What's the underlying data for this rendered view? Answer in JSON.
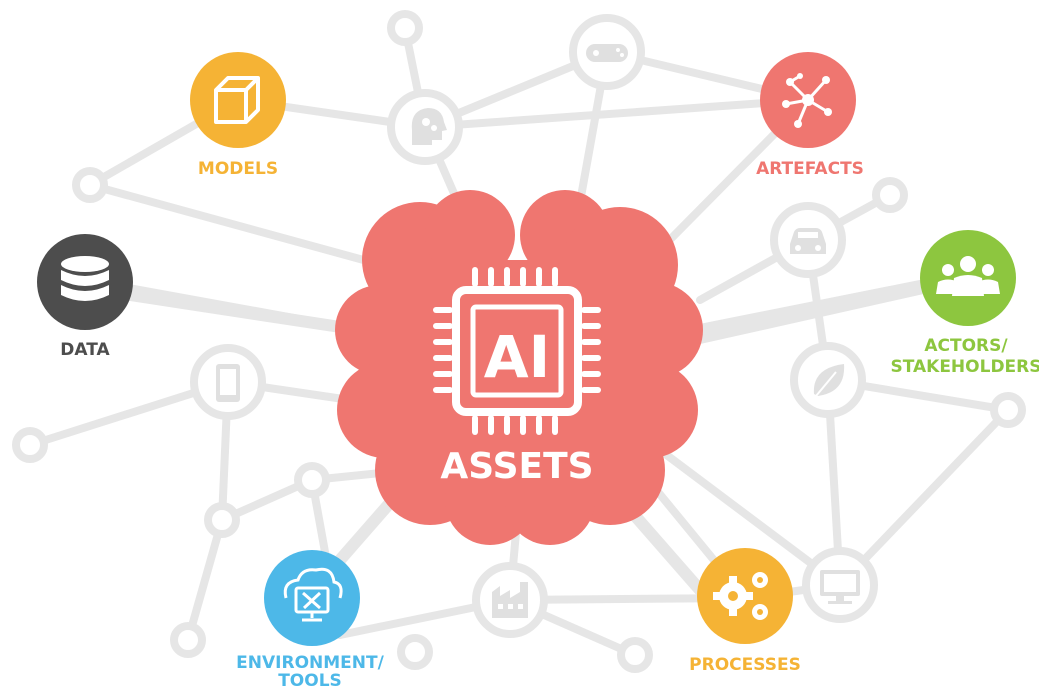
{
  "center": {
    "chip_text": "AI",
    "title": "ASSETS",
    "color": "#ef7670"
  },
  "categories": {
    "models": {
      "label": "MODELS",
      "color": "#f5b335",
      "icon": "cube-icon"
    },
    "artefacts": {
      "label": "ARTEFACTS",
      "color": "#ef7670",
      "icon": "network-icon"
    },
    "data": {
      "label": "DATA",
      "color": "#4d4d4d",
      "icon": "database-icon"
    },
    "actors": {
      "label_line1": "ACTORS/",
      "label_line2": "STAKEHOLDERS",
      "color": "#8dc63f",
      "icon": "people-icon"
    },
    "environment": {
      "label_line1": "ENVIRONMENT/",
      "label_line2": "TOOLS",
      "color": "#4db8e8",
      "icon": "cloud-tools-icon"
    },
    "processes": {
      "label": "PROCESSES",
      "color": "#f5b335",
      "icon": "gears-icon"
    }
  },
  "background_nodes": {
    "color": "#e5e5e5",
    "icons": [
      "gamepad-icon",
      "head-gears-icon",
      "car-icon",
      "leaf-icon",
      "tablet-icon",
      "factory-icon",
      "monitor-icon"
    ]
  }
}
